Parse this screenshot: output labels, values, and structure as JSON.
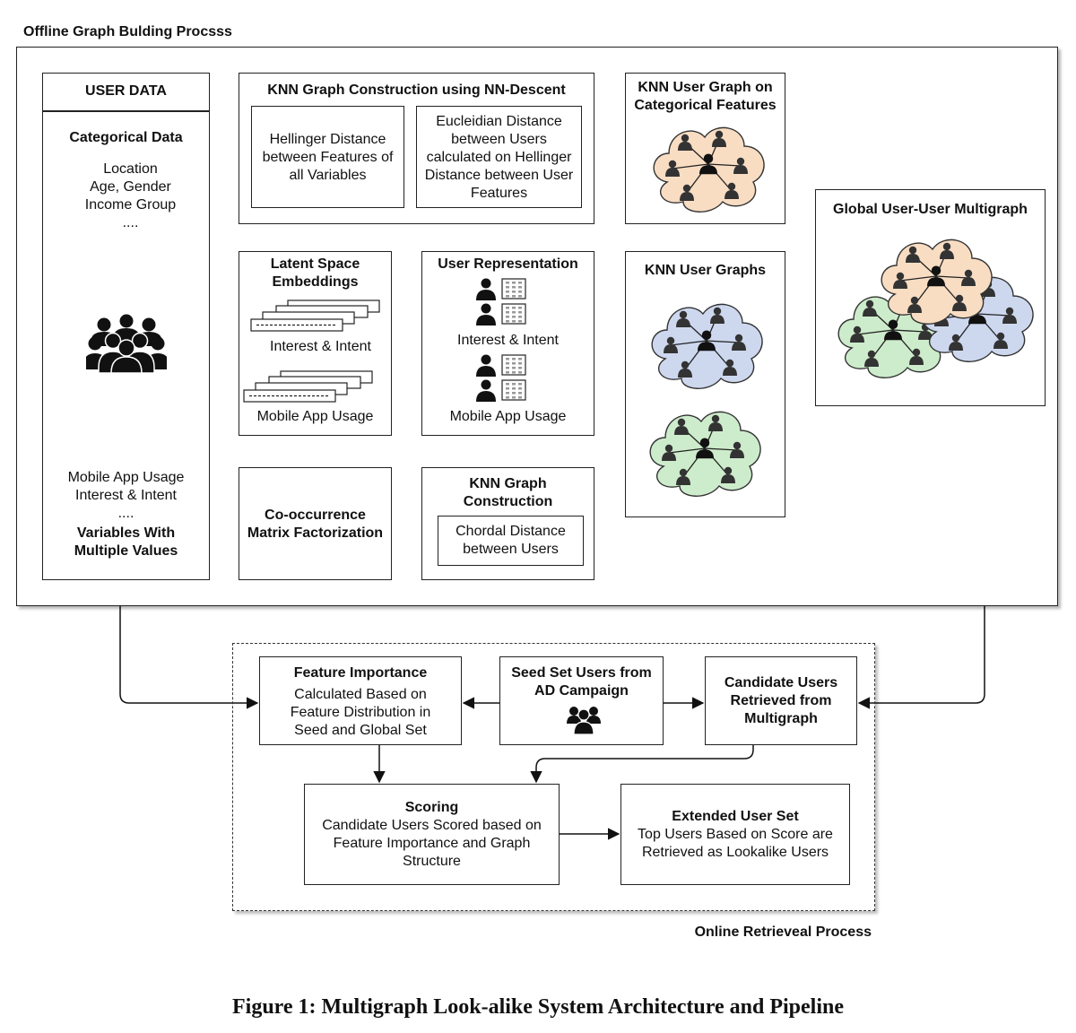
{
  "offline": {
    "title": "Offline Graph Bulding Procsss",
    "user_data": {
      "header": "USER DATA",
      "categorical_title": "Categorical Data",
      "categorical_items": "Location\nAge, Gender\nIncome Group\n....",
      "multi_items": "Mobile App Usage\nInterest & Intent\n....",
      "multi_title": "Variables With\nMultiple Values"
    },
    "knn_nn_descent": {
      "title": "KNN Graph Construction using NN-Descent",
      "left": "Hellinger Distance\nbetween Features of\nall Variables",
      "right": "Eucleidian Distance\nbetween Users\ncalculated on Hellinger\nDistance between User\nFeatures"
    },
    "knn_categorical": {
      "title": "KNN User Graph on\nCategorical Features"
    },
    "global_multigraph": {
      "title": "Global User-User Multigraph"
    },
    "latent": {
      "title": "Latent Space\nEmbeddings",
      "label1": "Interest & Intent",
      "label2": "Mobile App Usage"
    },
    "user_rep": {
      "title": "User Representation",
      "label1": "Interest & Intent",
      "label2": "Mobile App Usage"
    },
    "knn_user_graphs": {
      "title": "KNN User Graphs"
    },
    "cooccurrence": {
      "title": "Co-occurrence\nMatrix Factorization"
    },
    "knn_graph_construction": {
      "title": "KNN Graph\nConstruction",
      "inner": "Chordal Distance\nbetween Users"
    }
  },
  "online": {
    "title": "Online Retrieveal Process",
    "feature_importance": {
      "title": "Feature Importance",
      "body": "Calculated Based on\nFeature Distribution in\nSeed and Global Set"
    },
    "seed_set": {
      "title": "Seed Set Users from\nAD Campaign"
    },
    "candidate": {
      "title": "Candidate Users\nRetrieved from\nMultigraph"
    },
    "scoring": {
      "title": "Scoring",
      "body": "Candidate Users Scored based on\nFeature Importance and Graph\nStructure"
    },
    "extended": {
      "title": "Extended User Set",
      "body": "Top Users Based on Score are\nRetrieved as Lookalike Users"
    }
  },
  "caption": "Figure 1: Multigraph Look-alike System Architecture and Pipeline",
  "colors": {
    "peach": "#f8ddc3",
    "blue": "#cdd8ef",
    "green": "#cdeccb",
    "ink": "#111111"
  },
  "icons": {
    "crowd": "people-crowd-icon",
    "person": "person-icon",
    "embedding": "matrix-icon",
    "group": "user-group-icon",
    "graph": "user-graph-cloud-icon"
  }
}
